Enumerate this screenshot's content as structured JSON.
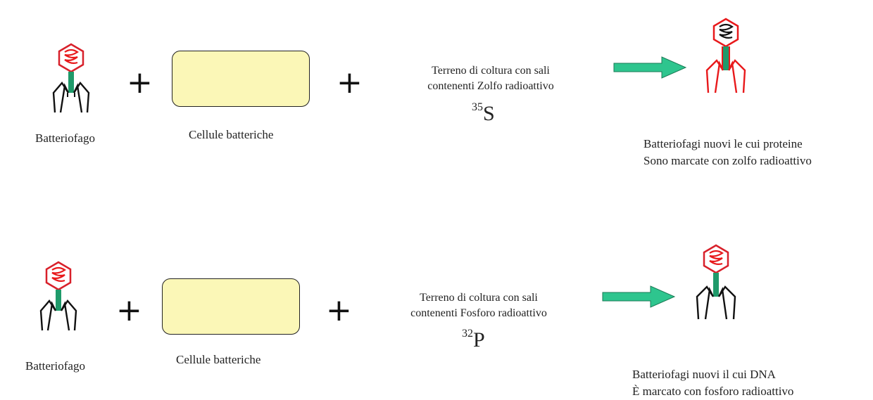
{
  "rows": [
    {
      "phage_label": "Batteriofago",
      "plus": "+",
      "cells_label": "Cellule batteriche",
      "medium_line1": "Terreno di coltura con sali",
      "medium_line2": "contenenti  Zolfo radioattivo",
      "isotope_mass": "35",
      "isotope_symbol": "S",
      "result_line1": "Batteriofagi nuovi le cui proteine",
      "result_line2": "Sono marcate con zolfo radioattivo",
      "new_phage_color": "#e8191b"
    },
    {
      "phage_label": "Batteriofago",
      "plus": "+",
      "cells_label": "Cellule batteriche",
      "medium_line1": "Terreno di coltura con sali",
      "medium_line2": "contenenti  Fosforo radioattivo",
      "isotope_mass": "32",
      "isotope_symbol": "P",
      "result_line1": "Batteriofagi nuovi il cui DNA",
      "result_line2": "È marcato con fosforo radioattivo",
      "new_phage_color": "#222222"
    }
  ],
  "colors": {
    "capsid_outline": "#d8202a",
    "dna_coil": "#e8191b",
    "tail": "#1f9a6a",
    "legs": "#111111",
    "cell_fill": "#fbf7b7",
    "arrow": "#2ec58e"
  }
}
